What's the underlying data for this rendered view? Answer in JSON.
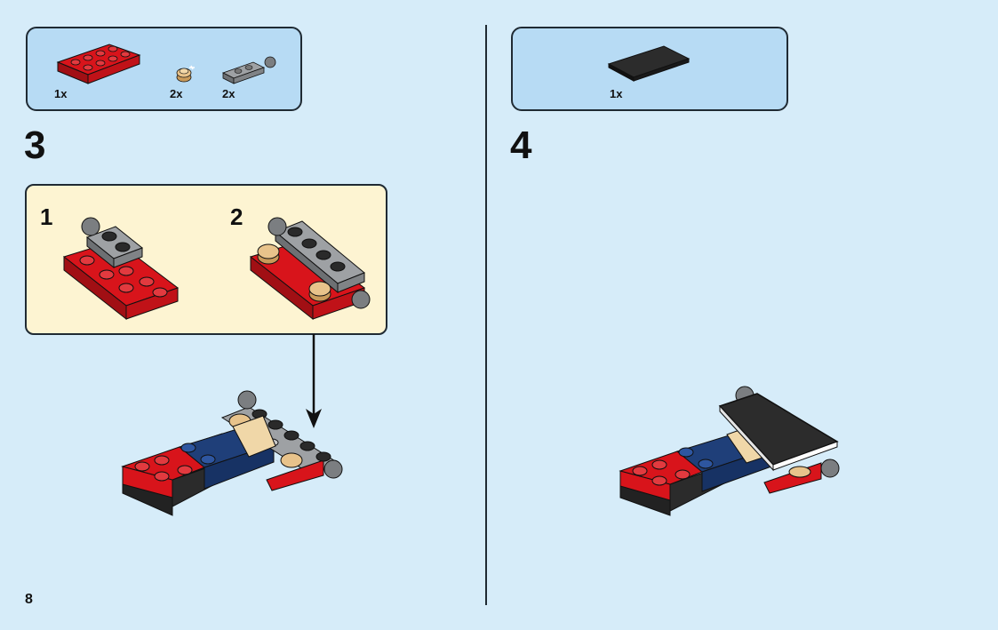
{
  "page": {
    "number": "8"
  },
  "colors": {
    "background": "#d6ecf9",
    "parts_box": "#b7dbf4",
    "sub_box": "#fdf4d2",
    "red": "#d8141b",
    "dark_red": "#8e0b0f",
    "gray": "#8a8d90",
    "black": "#232323",
    "blue": "#1f3f79",
    "tan": "#e8c38b"
  },
  "step3": {
    "number": "3",
    "parts": [
      {
        "name": "red-plate-2x4",
        "qty": "1x"
      },
      {
        "name": "tan-round-1x1",
        "qty": "2x"
      },
      {
        "name": "gray-plate-with-ball",
        "qty": "2x"
      }
    ],
    "substeps": [
      {
        "number": "1"
      },
      {
        "number": "2"
      }
    ]
  },
  "step4": {
    "number": "4",
    "parts": [
      {
        "name": "black-tile-2x4",
        "qty": "1x"
      }
    ]
  }
}
